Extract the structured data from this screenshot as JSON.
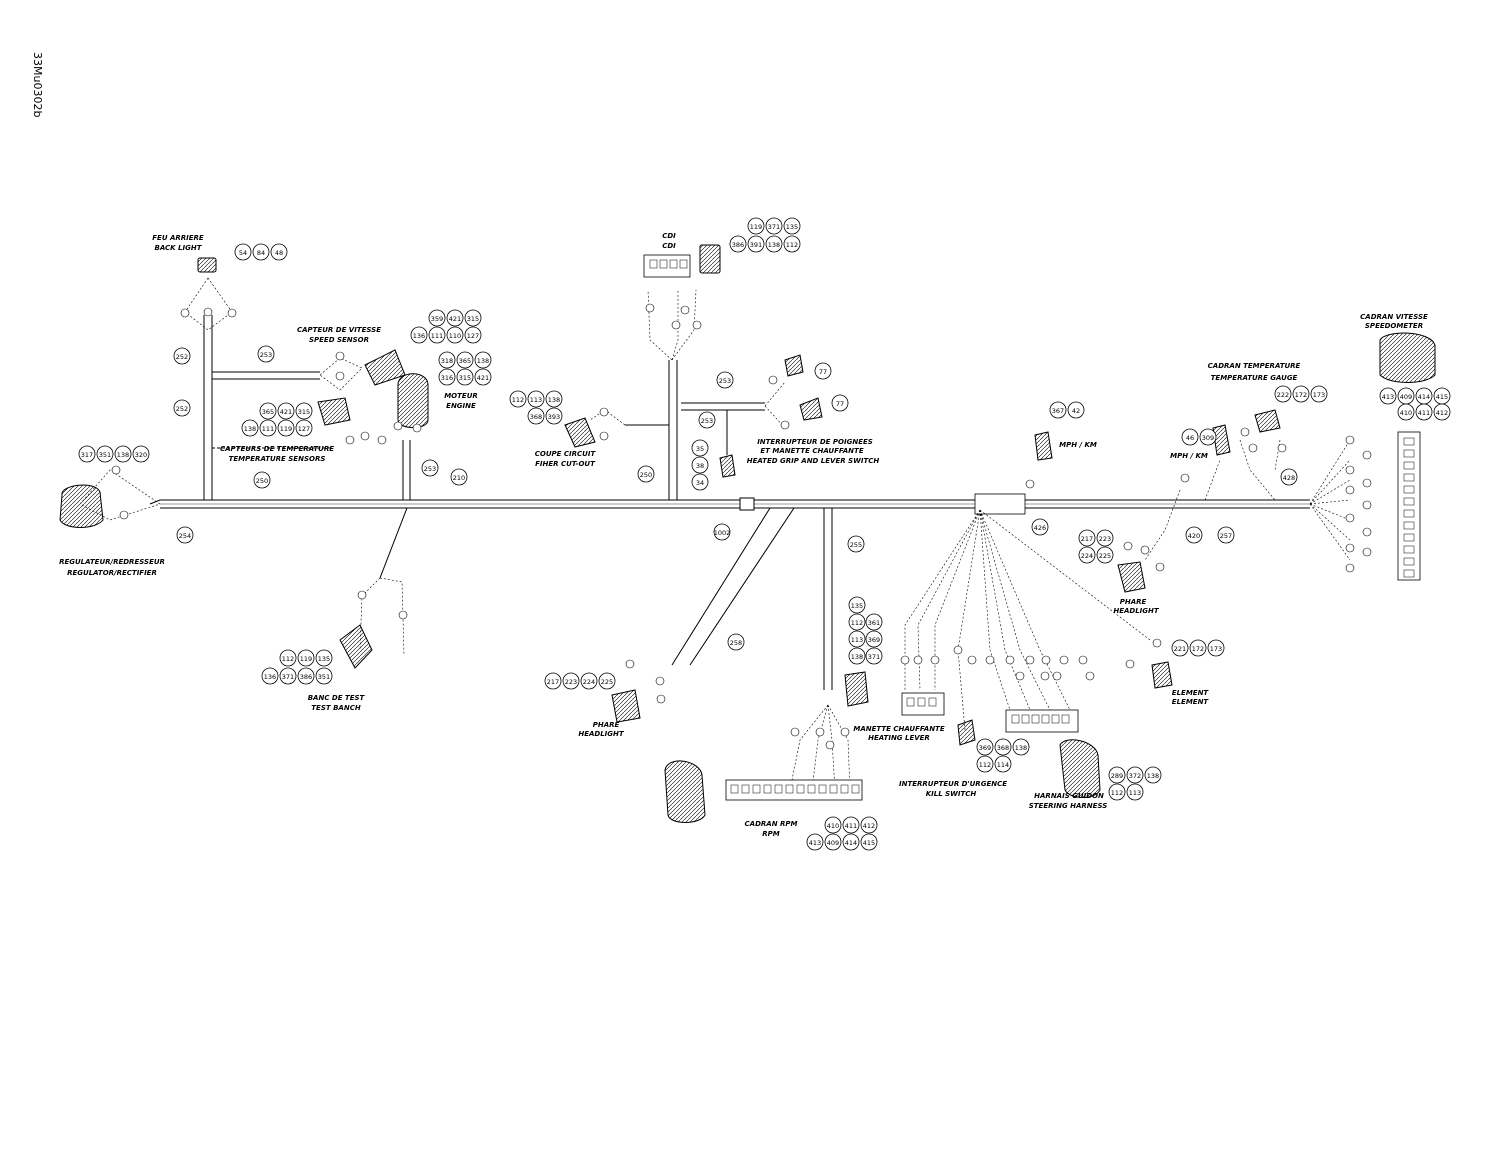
{
  "document": {
    "id": "33Mu0302b"
  },
  "labels": {
    "feu_arriere_fr": "FEU ARRIERE",
    "feu_arriere_en": "BACK LIGHT",
    "capteur_vitesse_fr": "CAPTEUR DE VITESSE",
    "capteur_vitesse_en": "SPEED SENSOR",
    "moteur_fr": "MOTEUR",
    "moteur_en": "ENGINE",
    "capteurs_temp_fr": "CAPTEURS DE TEMPERATURE",
    "capteurs_temp_en": "TEMPERATURE SENSORS",
    "regulateur_fr": "REGULATEUR/REDRESSEUR",
    "regulateur_en": "REGULATOR/RECTIFIER",
    "banc_fr": "BANC DE TEST",
    "banc_en": "TEST BANCH",
    "cdi_fr": "CDI",
    "cdi_en": "CDI",
    "coupe_fr": "COUPE CIRCUIT",
    "coupe_en": "FIHER CUT-OUT",
    "interrupteur_fr1": "INTERRUPTEUR DE POIGNEES",
    "interrupteur_fr2": "ET MANETTE CHAUFFANTE",
    "interrupteur_en": "HEATED GRIP AND LEVER SWITCH",
    "phare_l_fr": "PHARE",
    "phare_l_en": "HEADLIGHT",
    "manette_fr": "MANETTE CHAUFFANTE",
    "manette_en": "HEATING LEVER",
    "cadran_rpm_fr": "CADRAN RPM",
    "cadran_rpm_en": "RPM",
    "mph_top": "MPH / KM",
    "mph_right": "MPH / KM",
    "kill_fr": "INTERRUPTEUR D'URGENCE",
    "kill_en": "KILL SWITCH",
    "harnais_fr": "HARNAIS GUIDON",
    "harnais_en": "STEERING HARNESS",
    "cadran_temp_fr": "CADRAN TEMPERATURE",
    "cadran_temp_en": "TEMPERATURE GAUGE",
    "cadran_vitesse_fr": "CADRAN VITESSE",
    "cadran_vitesse_en": "SPEEDOMETER",
    "phare_r_fr": "PHARE",
    "phare_r_en": "HEADLIGHT",
    "element_fr": "ELEMENT",
    "element_en": "ELEMENT"
  },
  "bubbles": {
    "feu": [
      "54",
      "84",
      "48"
    ],
    "speed": [
      "359",
      "421",
      "315",
      "136",
      "111",
      "110",
      "127"
    ],
    "engine": [
      "318",
      "365",
      "138",
      "316",
      "315",
      "421"
    ],
    "temp": [
      "365",
      "421",
      "315",
      "138",
      "111",
      "119",
      "127"
    ],
    "regulator": [
      "317",
      "351",
      "138",
      "320"
    ],
    "test": [
      "112",
      "119",
      "135",
      "136",
      "371",
      "386",
      "351"
    ],
    "cdi": [
      "119",
      "371",
      "135",
      "386",
      "391",
      "138",
      "112"
    ],
    "cutout": [
      "112",
      "113",
      "138",
      "368",
      "393"
    ],
    "grip": [
      "77",
      "77"
    ],
    "grip_side": [
      "35",
      "38",
      "34"
    ],
    "headlight_left": [
      "217",
      "223",
      "224",
      "225"
    ],
    "heating_lever": [
      "135",
      "112",
      "361",
      "113",
      "369",
      "138",
      "371"
    ],
    "rpm": [
      "410",
      "411",
      "412",
      "413",
      "409",
      "414",
      "415"
    ],
    "kill": [
      "369",
      "368",
      "138",
      "112",
      "114"
    ],
    "steering": [
      "289",
      "372",
      "138",
      "112",
      "113"
    ],
    "mph_top": [
      "367",
      "42"
    ],
    "mph_right": [
      "46",
      "309"
    ],
    "temp_gauge": [
      "222",
      "172",
      "173"
    ],
    "speedometer": [
      "413",
      "409",
      "414",
      "415",
      "410",
      "411",
      "412"
    ],
    "headlight_right": [
      "217",
      "223",
      "224",
      "225"
    ],
    "element": [
      "221",
      "172",
      "173"
    ]
  },
  "wire_numbers": {
    "w252": "252",
    "w253a": "253",
    "w252b": "252",
    "w250": "250",
    "w253b": "253",
    "w210": "210",
    "w254": "254",
    "w250b": "250",
    "w253c": "253",
    "w253d": "253",
    "w1002": "1002",
    "w255": "255",
    "w258": "258",
    "w426": "426",
    "w420": "420",
    "w257": "257",
    "w428": "428"
  }
}
